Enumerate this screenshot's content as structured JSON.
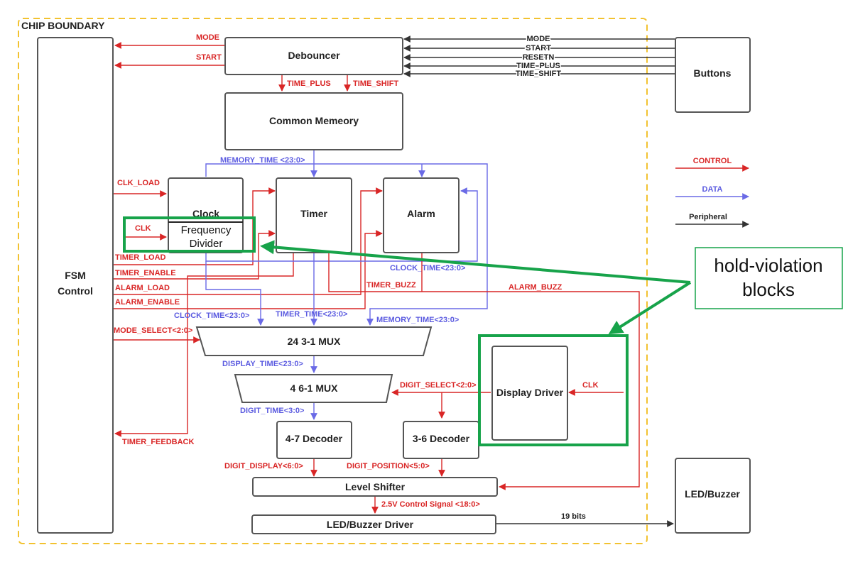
{
  "chip_boundary_label": "CHIP BOUNDARY",
  "blocks": {
    "fsm": [
      "FSM",
      "Control"
    ],
    "debouncer": "Debouncer",
    "common_memory": "Common Memeory",
    "clock": "Clock",
    "freq_divider": [
      "Frequency",
      "Divider"
    ],
    "timer": "Timer",
    "alarm": "Alarm",
    "mux24": "24 3-1 MUX",
    "mux4": "4 6-1 MUX",
    "dec47": "4-7 Decoder",
    "dec36": "3-6 Decoder",
    "display_driver": "Display Driver",
    "level_shifter": "Level Shifter",
    "led_driver": "LED/Buzzer Driver",
    "buttons": "Buttons",
    "led_buzzer": "LED/Buzzer"
  },
  "signals": {
    "mode_out": "MODE",
    "start_out": "START",
    "btn_mode": "MODE",
    "btn_start": "START",
    "btn_resetn": "RESETN",
    "btn_time_plus": "TIME_PLUS",
    "btn_time_shift": "TIME_SHIFT",
    "time_plus": "TIME_PLUS",
    "time_shift": "TIME_SHIFT",
    "memory_time": "MEMORY_TIME <23:0>",
    "clk_load": "CLK_LOAD",
    "clk": "CLK",
    "timer_load": "TIMER_LOAD",
    "timer_enable": "TIMER_ENABLE",
    "alarm_load": "ALARM_LOAD",
    "alarm_enable": "ALARM_ENABLE",
    "mode_select": "MODE_SELECT<2:0>",
    "timer_feedback": "TIMER_FEEDBACK",
    "clock_time_right": "CLOCK_TIME<23:0>",
    "clock_time_left": "CLOCK_TIME<23:0>",
    "timer_time": "TIMER_TIME<23:0>",
    "memory_time2": "MEMORY_TIME<23:0>",
    "timer_buzz": "TIMER_BUZZ",
    "alarm_buzz": "ALARM_BUZZ",
    "display_time": "DISPLAY_TIME<23:0>",
    "digit_select": "DIGIT_SELECT<2:0>",
    "clk_dd": "CLK",
    "digit_time": "DIGIT_TIME<3:0>",
    "digit_display": "DIGIT_DISPLAY<6:0>",
    "digit_position": "DIGIT_POSITION<5:0>",
    "control_signal": "2.5V Control Signal <18:0>",
    "bits19": "19 bits"
  },
  "legend": {
    "control": "CONTROL",
    "data": "DATA",
    "peripheral": "Peripheral"
  },
  "callout": {
    "text": [
      "hold-violation",
      "blocks"
    ]
  },
  "colors": {
    "control": "#d92626",
    "data": "#6a6ae6",
    "peripheral": "#333333",
    "highlight": "#17a34a",
    "boundary": "#f2c230"
  }
}
